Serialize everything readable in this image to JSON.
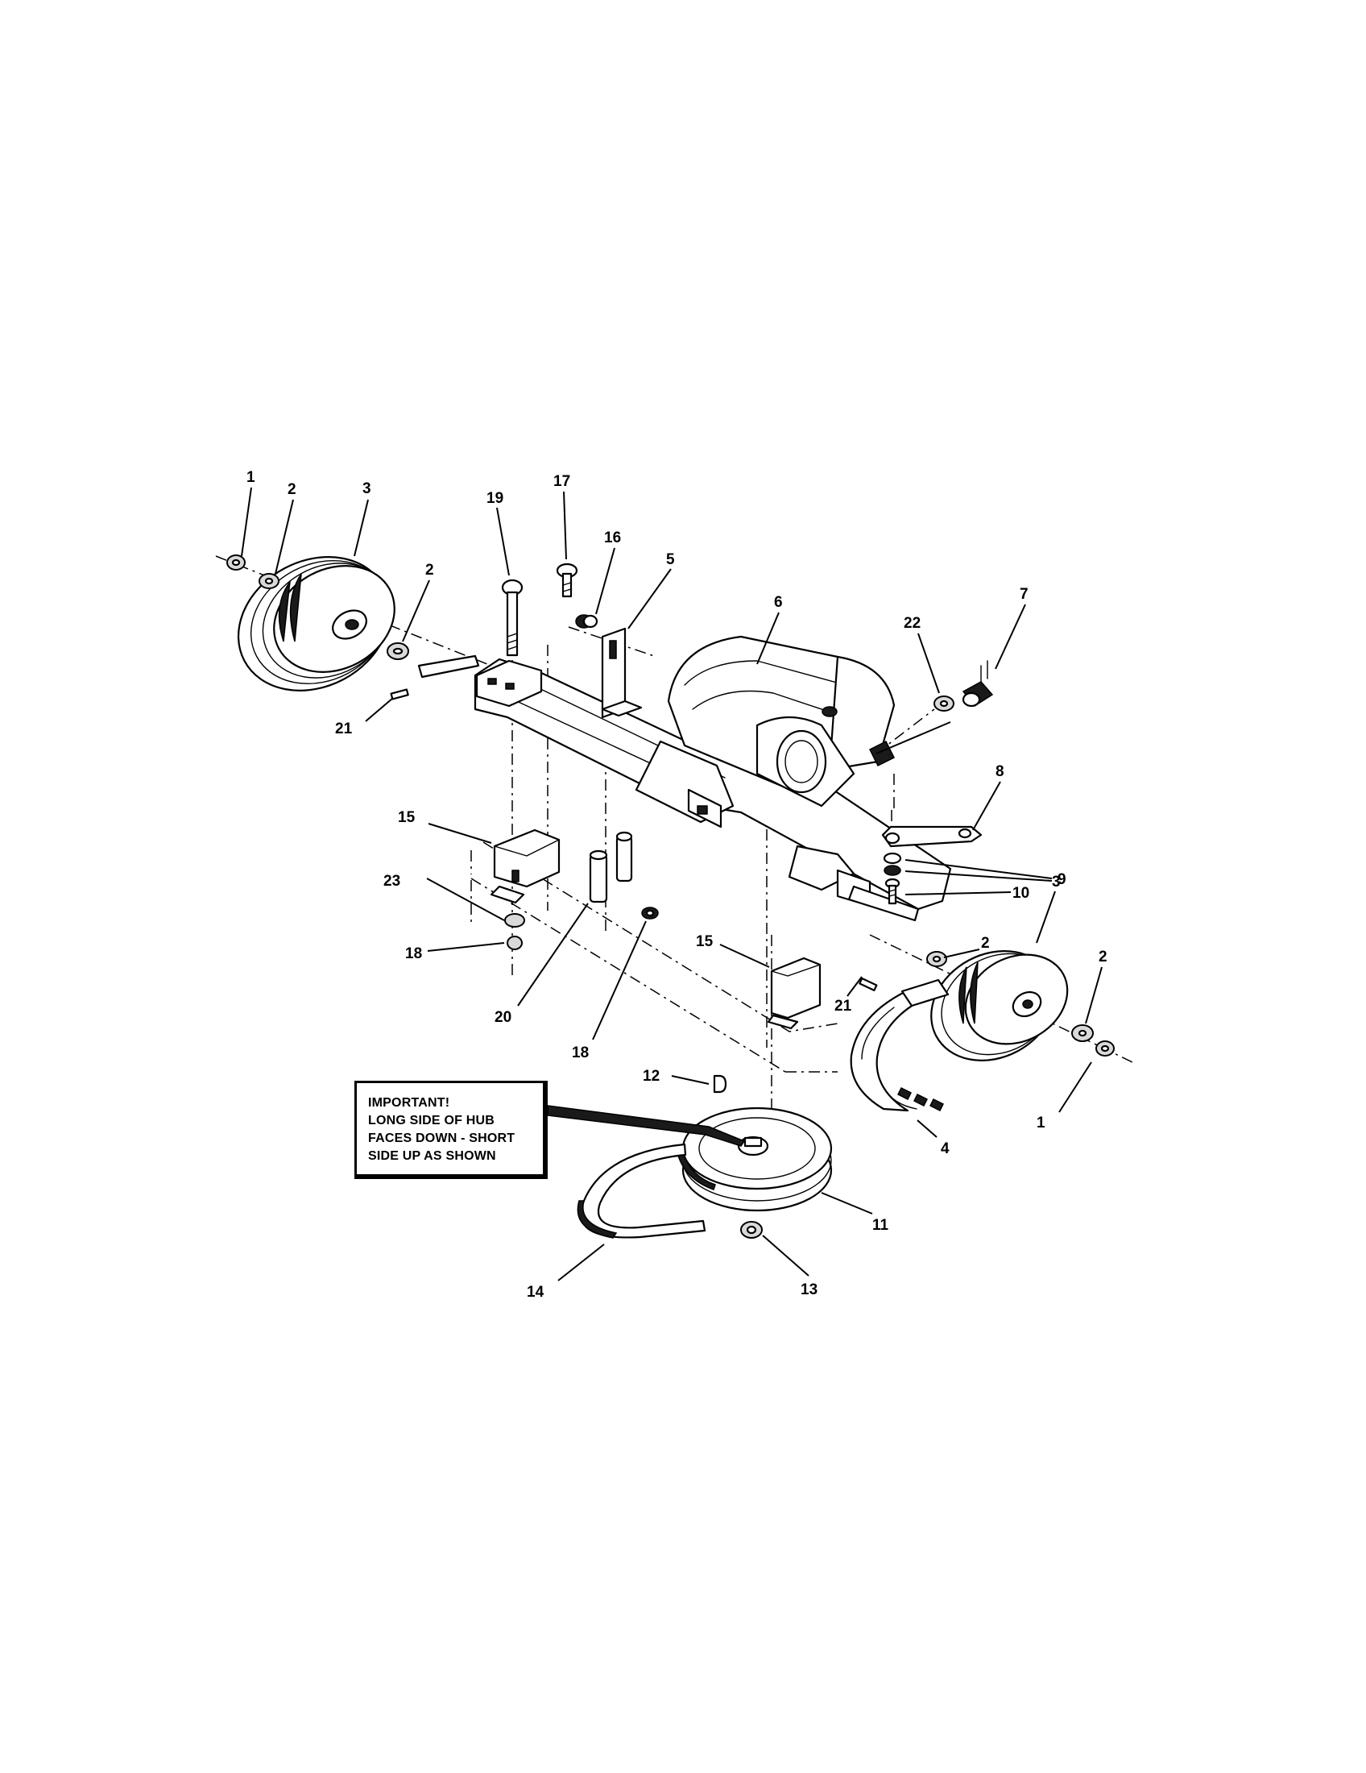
{
  "note": {
    "line1": "IMPORTANT!",
    "line2": "LONG  SIDE  OF  HUB",
    "line3": "FACES DOWN - SHORT",
    "line4": "SIDE UP AS SHOWN"
  },
  "callouts": {
    "c1a": "1",
    "c2a": "2",
    "c3a": "3",
    "c2b": "2",
    "c19": "19",
    "c17": "17",
    "c16": "16",
    "c5": "5",
    "c6": "6",
    "c22": "22",
    "c7": "7",
    "c21a": "21",
    "c8": "8",
    "c15a": "15",
    "c9": "9",
    "c10": "10",
    "c23": "23",
    "c2c": "2",
    "c3b": "3",
    "c18a": "18",
    "c15b": "15",
    "c2d": "2",
    "c21b": "21",
    "c20": "20",
    "c18b": "18",
    "c12": "12",
    "c1b": "1",
    "c4": "4",
    "c11": "11",
    "c14": "14",
    "c13": "13"
  }
}
